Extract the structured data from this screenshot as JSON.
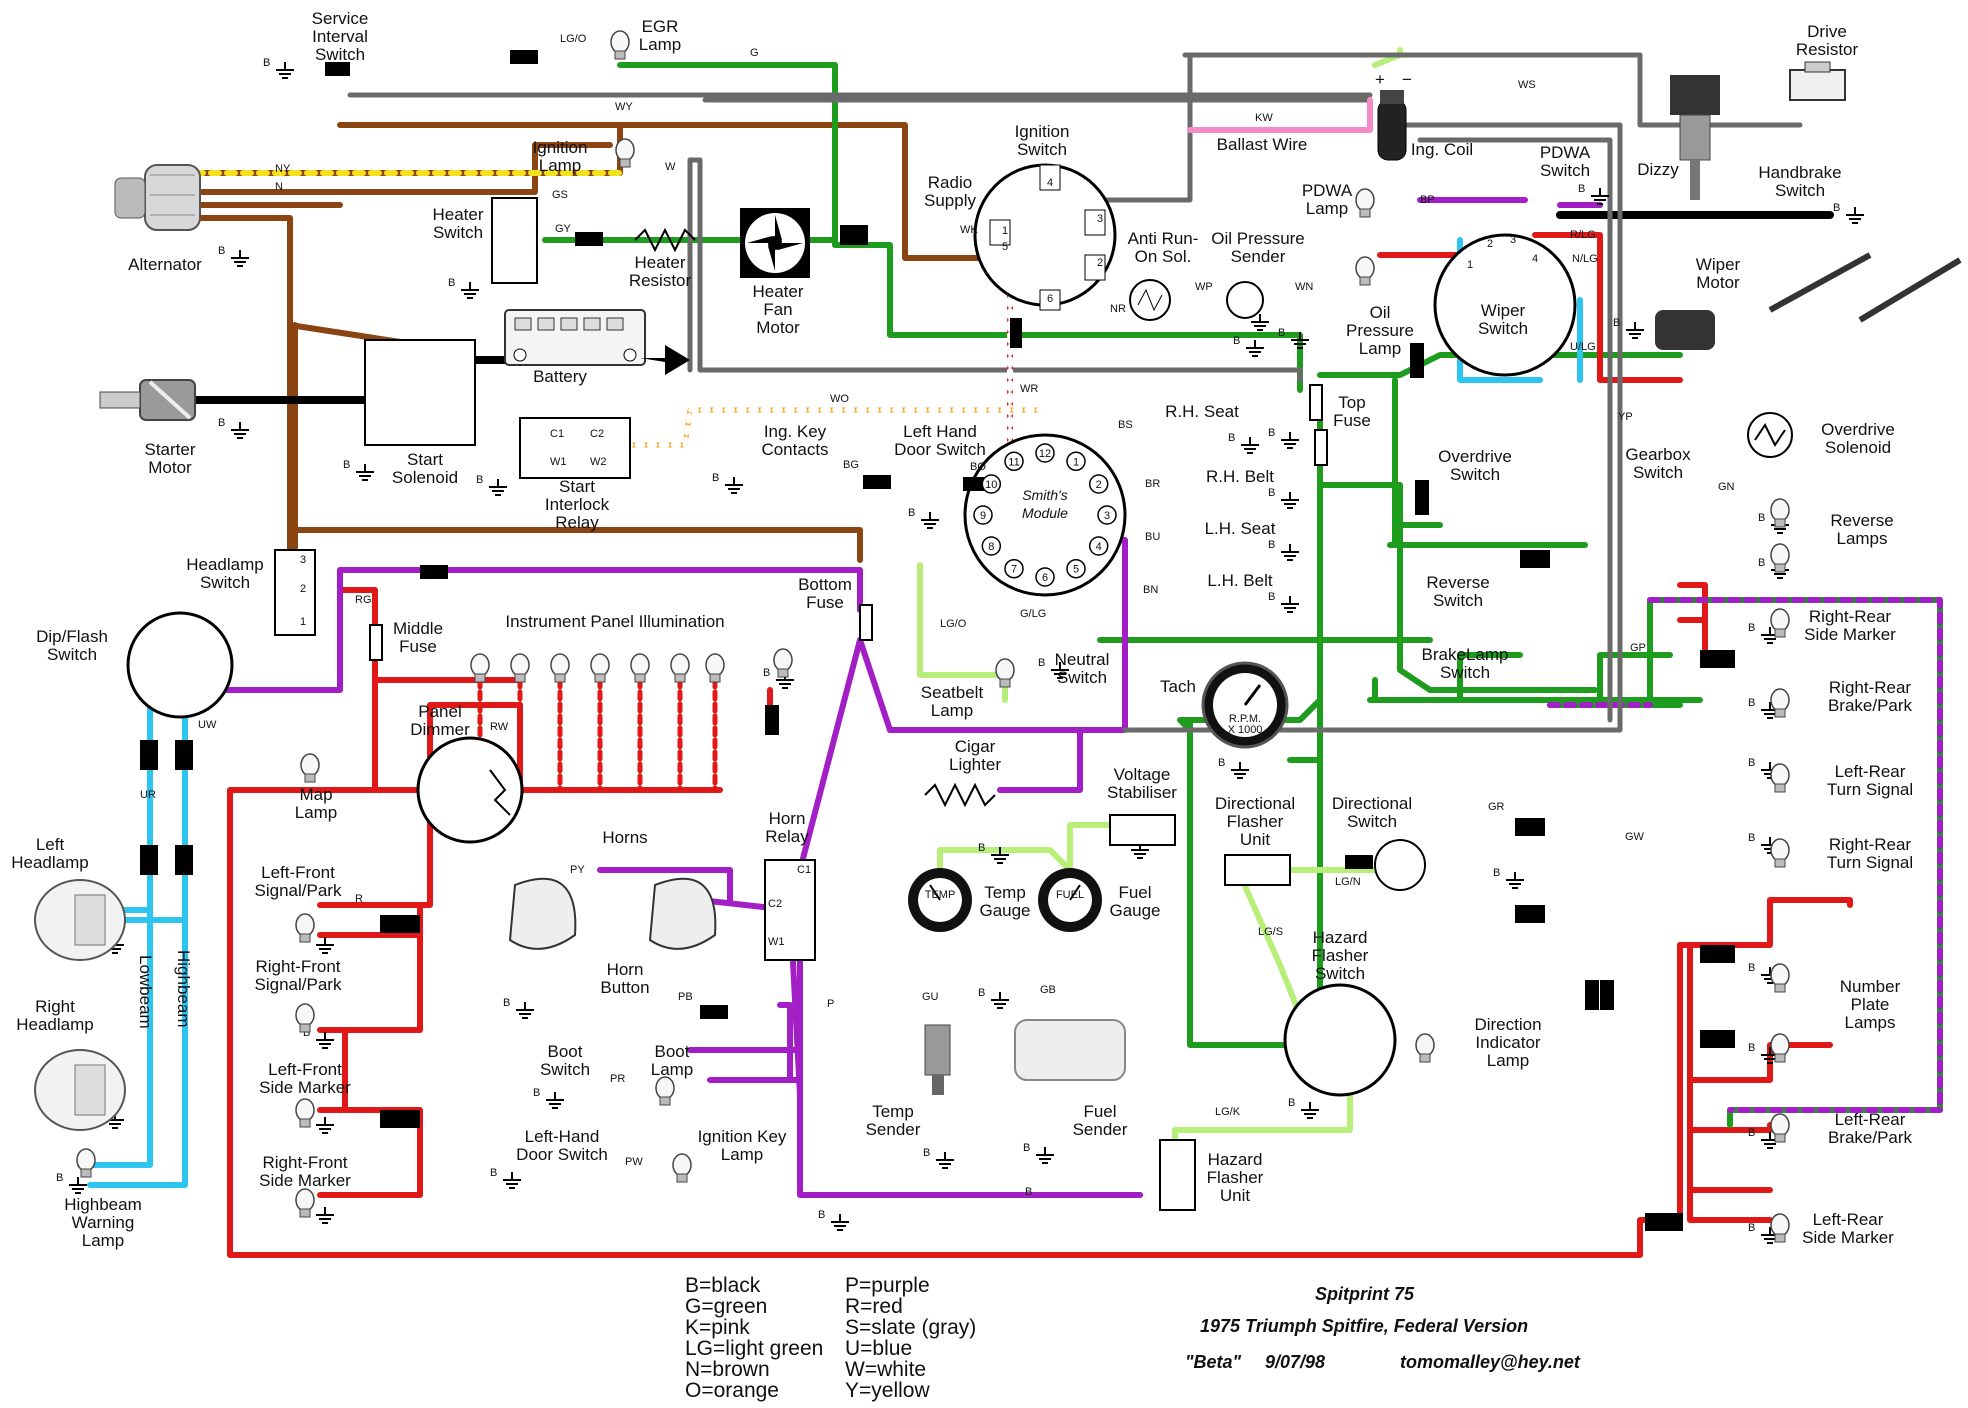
{
  "wire_colors": {
    "B": "#000000",
    "G": "#1e9c1e",
    "K": "#f48ac6",
    "LG": "#b8ef7a",
    "N": "#8b4513",
    "O": "#f5a623",
    "P": "#a21fc6",
    "R": "#e01818",
    "S": "#9a9a9a",
    "U": "#2ec4f0",
    "W": "#ffffff",
    "Y": "#f2e21e"
  },
  "components": [
    {
      "id": "service-interval-switch",
      "lines": [
        "Service",
        "Interval",
        "Switch"
      ]
    },
    {
      "id": "egr-lamp",
      "lines": [
        "EGR",
        "Lamp"
      ]
    },
    {
      "id": "alternator",
      "lines": [
        "Alternator"
      ]
    },
    {
      "id": "ignition-lamp",
      "lines": [
        "Ignition",
        "Lamp"
      ]
    },
    {
      "id": "heater-switch",
      "lines": [
        "Heater",
        "Switch"
      ]
    },
    {
      "id": "heater-resistor",
      "lines": [
        "Heater",
        "Resistor"
      ]
    },
    {
      "id": "heater-fan-motor",
      "lines": [
        "Heater",
        "Fan",
        "Motor"
      ]
    },
    {
      "id": "radio-supply",
      "lines": [
        "Radio",
        "Supply"
      ]
    },
    {
      "id": "ignition-switch",
      "lines": [
        "Ignition",
        "Switch"
      ]
    },
    {
      "id": "ballast-wire",
      "lines": [
        "Ballast Wire"
      ]
    },
    {
      "id": "ign-coil",
      "lines": [
        "Ing. Coil"
      ]
    },
    {
      "id": "dizzy",
      "lines": [
        "Dizzy"
      ]
    },
    {
      "id": "drive-resistor",
      "lines": [
        "Drive",
        "Resistor"
      ]
    },
    {
      "id": "handbrake-switch",
      "lines": [
        "Handbrake",
        "Switch"
      ]
    },
    {
      "id": "pdwa-switch",
      "lines": [
        "PDWA",
        "Switch"
      ]
    },
    {
      "id": "pdwa-lamp",
      "lines": [
        "PDWA",
        "Lamp"
      ]
    },
    {
      "id": "anti-run-on-sol",
      "lines": [
        "Anti Run-",
        "On Sol."
      ]
    },
    {
      "id": "oil-pressure-sender",
      "lines": [
        "Oil Pressure",
        "Sender"
      ]
    },
    {
      "id": "oil-pressure-lamp",
      "lines": [
        "Oil",
        "Pressure",
        "Lamp"
      ]
    },
    {
      "id": "wiper-switch",
      "lines": [
        "Wiper",
        "Switch"
      ]
    },
    {
      "id": "wiper-motor",
      "lines": [
        "Wiper",
        "Motor"
      ]
    },
    {
      "id": "battery",
      "lines": [
        "Battery"
      ]
    },
    {
      "id": "starter-motor",
      "lines": [
        "Starter",
        "Motor"
      ]
    },
    {
      "id": "start-solenoid",
      "lines": [
        "Start",
        "Solenoid"
      ]
    },
    {
      "id": "start-interlock-relay",
      "lines": [
        "Start",
        "Interlock",
        "Relay"
      ]
    },
    {
      "id": "top-fuse",
      "lines": [
        "Top",
        "Fuse"
      ]
    },
    {
      "id": "ing-key-contacts",
      "lines": [
        "Ing. Key",
        "Contacts"
      ]
    },
    {
      "id": "left-hand-door-switch-1",
      "lines": [
        "Left Hand",
        "Door Switch"
      ]
    },
    {
      "id": "rh-seat",
      "lines": [
        "R.H. Seat"
      ]
    },
    {
      "id": "rh-belt",
      "lines": [
        "R.H. Belt"
      ]
    },
    {
      "id": "lh-seat",
      "lines": [
        "L.H. Seat"
      ]
    },
    {
      "id": "lh-belt",
      "lines": [
        "L.H. Belt"
      ]
    },
    {
      "id": "overdrive-switch",
      "lines": [
        "Overdrive",
        "Switch"
      ]
    },
    {
      "id": "gearbox-switch",
      "lines": [
        "Gearbox",
        "Switch"
      ]
    },
    {
      "id": "overdrive-solenoid",
      "lines": [
        "Overdrive",
        "Solenoid"
      ]
    },
    {
      "id": "reverse-switch",
      "lines": [
        "Reverse",
        "Switch"
      ]
    },
    {
      "id": "reverse-lamps",
      "lines": [
        "Reverse",
        "Lamps"
      ]
    },
    {
      "id": "brakelamp-switch",
      "lines": [
        "BrakeLamp",
        "Switch"
      ]
    },
    {
      "id": "right-rear-side-marker",
      "lines": [
        "Right-Rear",
        "Side Marker"
      ]
    },
    {
      "id": "right-rear-brake-park",
      "lines": [
        "Right-Rear",
        "Brake/Park"
      ]
    },
    {
      "id": "headlamp-switch",
      "lines": [
        "Headlamp",
        "Switch"
      ]
    },
    {
      "id": "middle-fuse",
      "lines": [
        "Middle",
        "Fuse"
      ]
    },
    {
      "id": "instrument-panel-illumination",
      "lines": [
        "Instrument Panel Illumination"
      ]
    },
    {
      "id": "bottom-fuse",
      "lines": [
        "Bottom",
        "Fuse"
      ]
    },
    {
      "id": "dip-flash-switch",
      "lines": [
        "Dip/Flash",
        "Switch"
      ]
    },
    {
      "id": "panel-dimmer",
      "lines": [
        "Panel",
        "Dimmer"
      ]
    },
    {
      "id": "map-lamp",
      "lines": [
        "Map",
        "Lamp"
      ]
    },
    {
      "id": "seatbelt-lamp",
      "lines": [
        "Seatbelt",
        "Lamp"
      ]
    },
    {
      "id": "neutral-switch",
      "lines": [
        "Neutral",
        "Switch"
      ]
    },
    {
      "id": "cigar-lighter",
      "lines": [
        "Cigar",
        "Lighter"
      ]
    },
    {
      "id": "tach",
      "lines": [
        "Tach"
      ]
    },
    {
      "id": "voltage-stabiliser",
      "lines": [
        "Voltage",
        "Stabiliser"
      ]
    },
    {
      "id": "directional-flasher-unit",
      "lines": [
        "Directional",
        "Flasher",
        "Unit"
      ]
    },
    {
      "id": "directional-switch",
      "lines": [
        "Directional",
        "Switch"
      ]
    },
    {
      "id": "left-rear-turn-signal",
      "lines": [
        "Left-Rear",
        "Turn Signal"
      ]
    },
    {
      "id": "right-rear-turn-signal",
      "lines": [
        "Right-Rear",
        "Turn Signal"
      ]
    },
    {
      "id": "left-headlamp",
      "lines": [
        "Left",
        "Headlamp"
      ]
    },
    {
      "id": "horns",
      "lines": [
        "Horns"
      ]
    },
    {
      "id": "horn-relay",
      "lines": [
        "Horn",
        "Relay"
      ]
    },
    {
      "id": "horn-button",
      "lines": [
        "Horn",
        "Button"
      ]
    },
    {
      "id": "left-front-signal-park",
      "lines": [
        "Left-Front",
        "Signal/Park"
      ]
    },
    {
      "id": "right-front-signal-park",
      "lines": [
        "Right-Front",
        "Signal/Park"
      ]
    },
    {
      "id": "right-headlamp",
      "lines": [
        "Right",
        "Headlamp"
      ]
    },
    {
      "id": "left-front-side-marker",
      "lines": [
        "Left-Front",
        "Side Marker"
      ]
    },
    {
      "id": "right-front-side-marker",
      "lines": [
        "Right-Front",
        "Side Marker"
      ]
    },
    {
      "id": "highbeam-warning-lamp",
      "lines": [
        "Highbeam",
        "Warning",
        "Lamp"
      ]
    },
    {
      "id": "temp-gauge",
      "lines": [
        "Temp",
        "Gauge"
      ]
    },
    {
      "id": "fuel-gauge",
      "lines": [
        "Fuel",
        "Gauge"
      ]
    },
    {
      "id": "temp-sender",
      "lines": [
        "Temp",
        "Sender"
      ]
    },
    {
      "id": "fuel-sender",
      "lines": [
        "Fuel",
        "Sender"
      ]
    },
    {
      "id": "hazard-flasher-switch",
      "lines": [
        "Hazard",
        "Flasher",
        "Switch"
      ]
    },
    {
      "id": "direction-indicator-lamp",
      "lines": [
        "Direction",
        "Indicator",
        "Lamp"
      ]
    },
    {
      "id": "hazard-flasher-unit",
      "lines": [
        "Hazard",
        "Flasher",
        "Unit"
      ]
    },
    {
      "id": "boot-switch",
      "lines": [
        "Boot",
        "Switch"
      ]
    },
    {
      "id": "boot-lamp",
      "lines": [
        "Boot",
        "Lamp"
      ]
    },
    {
      "id": "left-hand-door-switch-2",
      "lines": [
        "Left-Hand",
        "Door Switch"
      ]
    },
    {
      "id": "ignition-key-lamp",
      "lines": [
        "Ignition Key",
        "Lamp"
      ]
    },
    {
      "id": "number-plate-lamps",
      "lines": [
        "Number",
        "Plate",
        "Lamps"
      ]
    },
    {
      "id": "left-rear-brake-park",
      "lines": [
        "Left-Rear",
        "Brake/Park"
      ]
    },
    {
      "id": "left-rear-side-marker",
      "lines": [
        "Left-Rear",
        "Side Marker"
      ]
    },
    {
      "id": "lowbeam",
      "lines": [
        "Lowbeam"
      ]
    },
    {
      "id": "highbeam",
      "lines": [
        "Highbeam"
      ]
    }
  ],
  "module_label": [
    "Smith's",
    "Module"
  ],
  "wire_codes": [
    "LG/O",
    "G",
    "W",
    "WY",
    "NY",
    "N",
    "GS",
    "GY",
    "WK",
    "KW",
    "WS",
    "BP",
    "R/LG",
    "N/LG",
    "U/LG",
    "NR",
    "WP",
    "WN",
    "WR",
    "WO",
    "BG",
    "BO",
    "BS",
    "BR",
    "BU",
    "BN",
    "G/LG",
    "LG/O",
    "YP",
    "GN",
    "GP",
    "RG",
    "RW",
    "UR",
    "UW",
    "R",
    "PY",
    "PB",
    "PR",
    "PW",
    "GR",
    "GW",
    "LG/N",
    "LG/S",
    "LG/K",
    "GU",
    "GB",
    "P",
    "B"
  ],
  "ground_label": "B",
  "coil_terminals": [
    "+",
    "−"
  ],
  "relay_pins": {
    "interlock": [
      "C1",
      "C2",
      "W1",
      "W2"
    ],
    "horn": [
      "C1",
      "C2",
      "W1"
    ]
  },
  "module_pins": [
    "1",
    "2",
    "3",
    "4",
    "5",
    "6",
    "7",
    "8",
    "9",
    "10",
    "11",
    "12"
  ],
  "ign_switch_pins": [
    "1",
    "2",
    "3",
    "4",
    "5",
    "6"
  ],
  "wiper_pins": [
    "1",
    "2",
    "3",
    "4"
  ],
  "headlamp_switch_pins": [
    "3",
    "2",
    "1"
  ],
  "tach_face": [
    "R.P.M.",
    "X 1000"
  ],
  "gauge_faces": [
    "TEMP",
    "FUEL"
  ],
  "legend": {
    "left": [
      "B=black",
      "G=green",
      "K=pink",
      "LG=light green",
      "N=brown",
      "O=orange"
    ],
    "right": [
      "P=purple",
      "R=red",
      "S=slate (gray)",
      "U=blue",
      "W=white",
      "Y=yellow"
    ]
  },
  "title_block": {
    "line1": "Spitprint 75",
    "line2": "1975 Triumph Spitfire, Federal  Version",
    "beta": "\"Beta\"",
    "date": "9/07/98",
    "email": "tomomalley@hey.net"
  }
}
